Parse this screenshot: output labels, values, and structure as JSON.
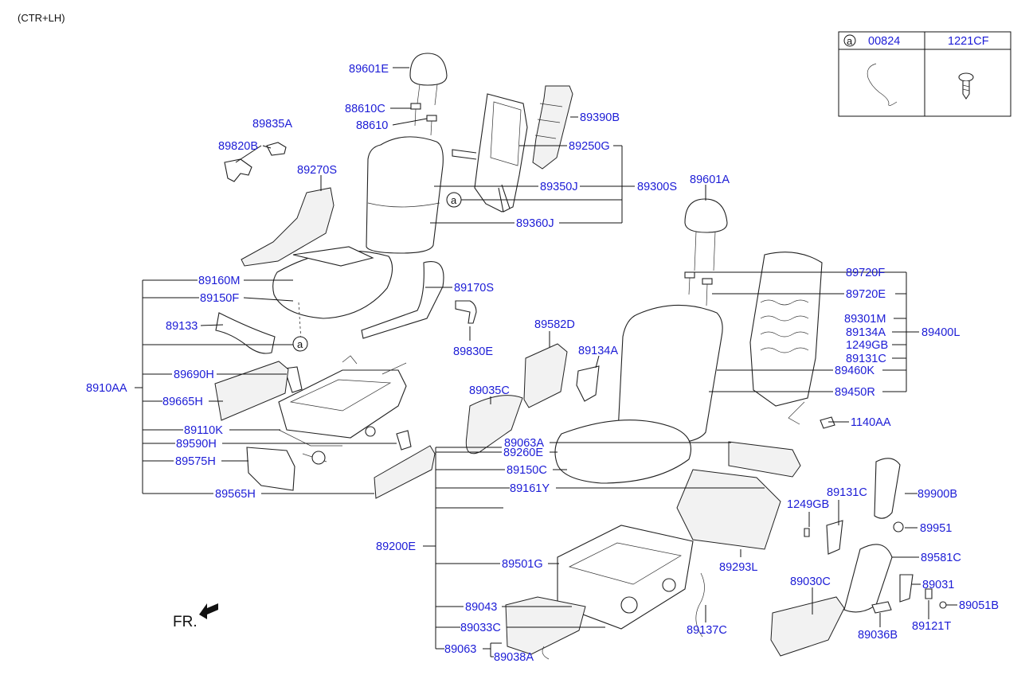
{
  "header": {
    "variant": "(CTR+LH)"
  },
  "legend": {
    "marker": "a",
    "col1": "00824",
    "col2": "1221CF"
  },
  "callout_marker": "a",
  "fr_label": "FR.",
  "labels": {
    "p89601E": "89601E",
    "p88610C": "88610C",
    "p88610": "88610",
    "p89390B": "89390B",
    "p89250G": "89250G",
    "p89835A": "89835A",
    "p89820B": "89820B",
    "p89270S": "89270S",
    "p89350J": "89350J",
    "p89300S": "89300S",
    "p89360J": "89360J",
    "p89601A": "89601A",
    "p89160M": "89160M",
    "p89170S": "89170S",
    "p89150F": "89150F",
    "p89133": "89133",
    "p89830E": "89830E",
    "p89582D": "89582D",
    "p89134A_mid": "89134A",
    "p89720F": "89720F",
    "p89720E": "89720E",
    "p89301M": "89301M",
    "p89134A_r": "89134A",
    "p89400L": "89400L",
    "p1249GB_r": "1249GB",
    "p89131C_r": "89131C",
    "p89460K": "89460K",
    "p89450R": "89450R",
    "p8910AA": "8910AA",
    "p89690H": "89690H",
    "p89665H": "89665H",
    "p89035C": "89035C",
    "p1140AA": "1140AA",
    "p89110K": "89110K",
    "p89590H": "89590H",
    "p89063A": "89063A",
    "p89260E": "89260E",
    "p89575H": "89575H",
    "p89150C": "89150C",
    "p89565H": "89565H",
    "p89161Y": "89161Y",
    "p89131C_b": "89131C",
    "p89900B": "89900B",
    "p1249GB_b": "1249GB",
    "p89951": "89951",
    "p89200E": "89200E",
    "p89581C": "89581C",
    "p89501G": "89501G",
    "p89293L": "89293L",
    "p89030C": "89030C",
    "p89031": "89031",
    "p89043": "89043",
    "p89051B": "89051B",
    "p89033C": "89033C",
    "p89137C": "89137C",
    "p89036B": "89036B",
    "p89121T": "89121T",
    "p89063": "89063",
    "p89038A": "89038A"
  },
  "colors": {
    "label": "#1c1cd6",
    "line": "#111111"
  }
}
